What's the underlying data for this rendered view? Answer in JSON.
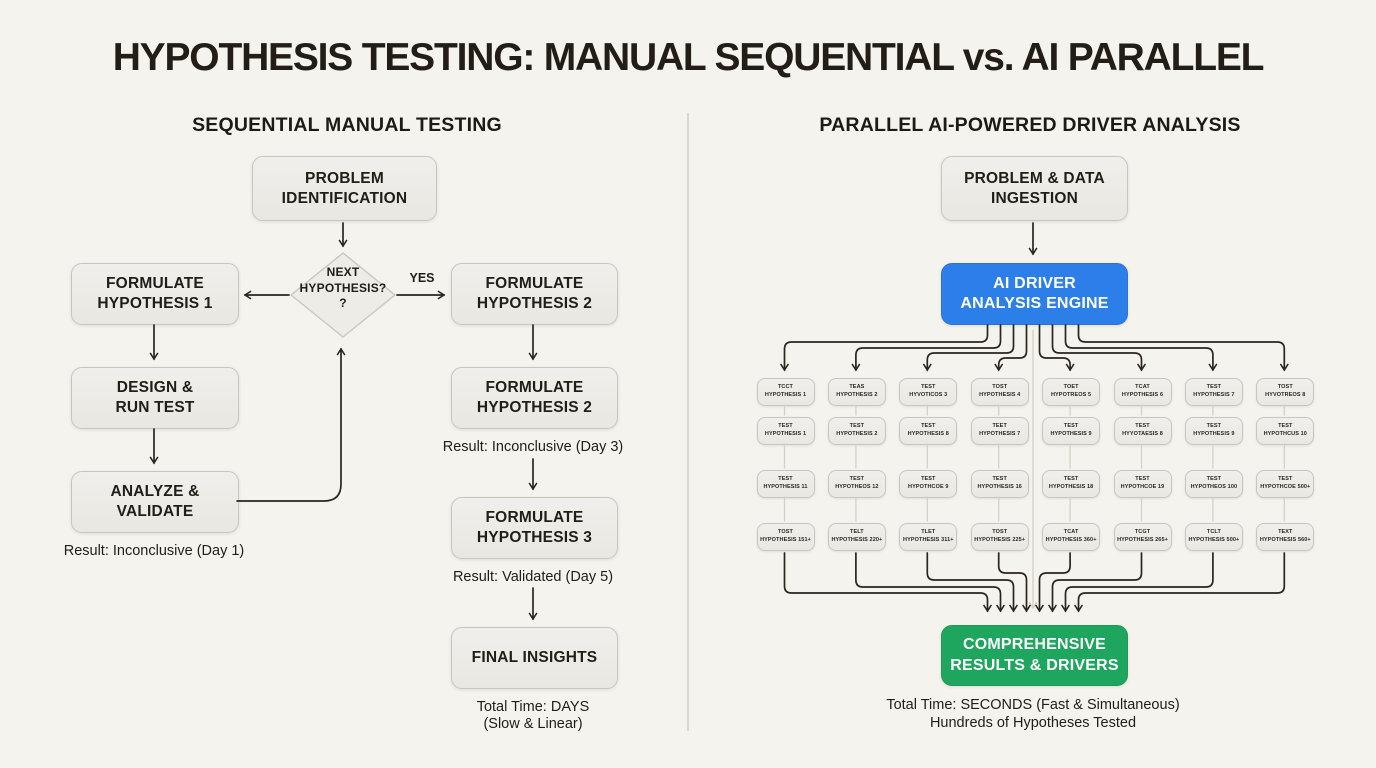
{
  "title": "HYPOTHESIS TESTING: MANUAL SEQUENTIAL vs. AI PARALLEL",
  "colors": {
    "background": "#f5f3ed",
    "box_fill": "#edebe6",
    "box_border": "#c8c6c0",
    "arrow": "#2b251e",
    "accent_blue": "#2c7fe8",
    "accent_green": "#1fa65e"
  },
  "left": {
    "header": "SEQUENTIAL MANUAL TESTING",
    "problem_identification": {
      "l1": "PROBLEM",
      "l2": "IDENTIFICATION"
    },
    "decision": {
      "l1": "NEXT",
      "l2": "HYPOTHESIS?",
      "l3": "?"
    },
    "yes_label": "YES",
    "formulate_h1": {
      "l1": "FORMULATE",
      "l2": "HYPOTHESIS 1"
    },
    "formulate_h2a": {
      "l1": "FORMULATE",
      "l2": "HYPOTHESIS 2"
    },
    "design_run": {
      "l1": "DESIGN &",
      "l2": "RUN TEST"
    },
    "analyze_validate": {
      "l1": "ANALYZE &",
      "l2": "VALIDATE"
    },
    "result_day1": "Result: Inconclusive (Day 1)",
    "formulate_h2b": {
      "l1": "FORMULATE",
      "l2": "HYPOTHESIS 2"
    },
    "result_day3": "Result: Inconclusive (Day 3)",
    "formulate_h3": {
      "l1": "FORMULATE",
      "l2": "HYPOTHESIS 3"
    },
    "result_day5": "Result: Validated (Day 5)",
    "final_insights": "FINAL INSIGHTS",
    "total_l1": "Total Time: DAYS",
    "total_l2": "(Slow & Linear)"
  },
  "right": {
    "header": "PARALLEL AI-POWERED DRIVER ANALYSIS",
    "ingestion": {
      "l1": "PROBLEM & DATA",
      "l2": "INGESTION"
    },
    "engine": {
      "l1": "AI DRIVER",
      "l2": "ANALYSIS ENGINE"
    },
    "grid": [
      [
        {
          "l1": "TCCT",
          "l2": "HYPOTHESIS 1"
        },
        {
          "l1": "TEAS",
          "l2": "HYPOTHESIS 2"
        },
        {
          "l1": "TEST",
          "l2": "HYVOTICOS 3"
        },
        {
          "l1": "TOST",
          "l2": "HYPOTHESIS 4"
        },
        {
          "l1": "TOET",
          "l2": "HYPOTREOS 5"
        },
        {
          "l1": "TCAT",
          "l2": "HYPOTHESIS 6"
        },
        {
          "l1": "TEST",
          "l2": "HYPOTHESIS 7"
        },
        {
          "l1": "TOST",
          "l2": "HYVOTREOS 8"
        }
      ],
      [
        {
          "l1": "TEST",
          "l2": "HYPOTHESIS 1"
        },
        {
          "l1": "TEST",
          "l2": "HYPOTHESIS 2"
        },
        {
          "l1": "TEST",
          "l2": "HYPOTHESIS 8"
        },
        {
          "l1": "TEET",
          "l2": "HYPOTHESIS 7"
        },
        {
          "l1": "TEST",
          "l2": "HYPOTHESIS 9"
        },
        {
          "l1": "TEST",
          "l2": "HYYOTAESIS 8"
        },
        {
          "l1": "TEST",
          "l2": "HYPOTHESIS 9"
        },
        {
          "l1": "TEST",
          "l2": "HYPOTHCUS 10"
        }
      ],
      [
        {
          "l1": "TEST",
          "l2": "HYPOTHESIS 11"
        },
        {
          "l1": "TEST",
          "l2": "HYPOTHEOS 12"
        },
        {
          "l1": "TEST",
          "l2": "HYPOTHCOE 9"
        },
        {
          "l1": "TEST",
          "l2": "HYPOTHESIS 16"
        },
        {
          "l1": "TEST",
          "l2": "HYPOTHESIS 18"
        },
        {
          "l1": "TEST",
          "l2": "HYPOTHCOE 19"
        },
        {
          "l1": "TEST",
          "l2": "HYPOTHEOS 100"
        },
        {
          "l1": "TEST",
          "l2": "HYPOTHCOE 500+"
        }
      ],
      [
        {
          "l1": "TOST",
          "l2": "HYPOTHESIS 151+"
        },
        {
          "l1": "TELT",
          "l2": "HYPOTHESIS 220+"
        },
        {
          "l1": "TLET",
          "l2": "HYPOTHESIS 311+"
        },
        {
          "l1": "TOST",
          "l2": "HYPOTHESIS 225+"
        },
        {
          "l1": "TCAT",
          "l2": "HYPOTHESIS 360+"
        },
        {
          "l1": "TCGT",
          "l2": "HYPOTHESIS 265+"
        },
        {
          "l1": "TCLT",
          "l2": "HYPOTHESIS 500+"
        },
        {
          "l1": "TEXT",
          "l2": "HYPOTHESIS 560+"
        }
      ]
    ],
    "results_box": {
      "l1": "COMPREHENSIVE",
      "l2": "RESULTS & DRIVERS"
    },
    "total_l1": "Total Time: SECONDS (Fast & Simultaneous)",
    "total_l2": "Hundreds of Hypotheses Tested"
  }
}
